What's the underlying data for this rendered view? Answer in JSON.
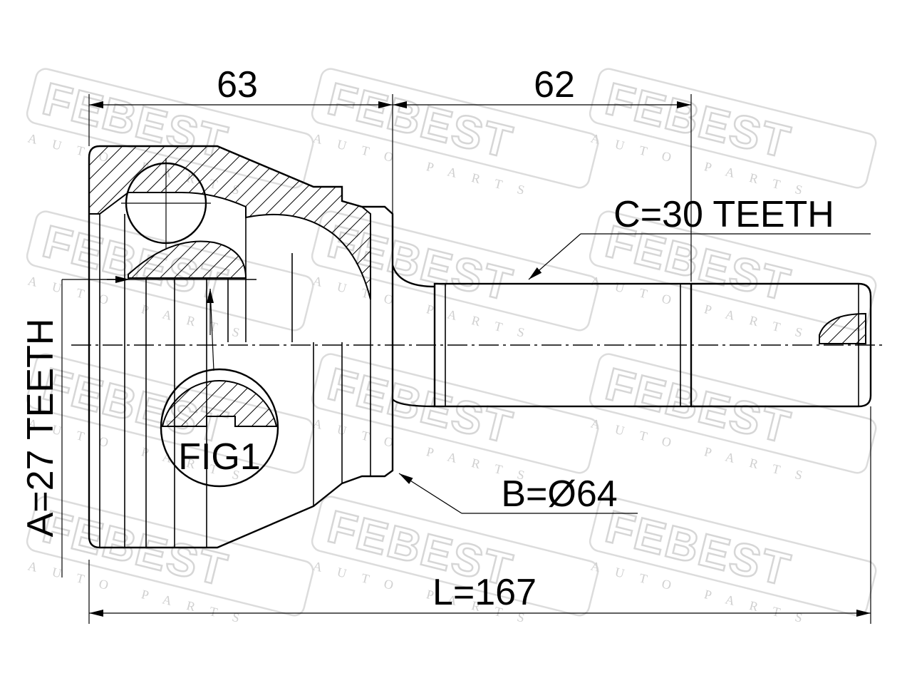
{
  "watermark": {
    "brand": "FEBEST",
    "tagline": "AUTO PARTS"
  },
  "dimensions": {
    "housing_length": "63",
    "shaft_length": "62",
    "total_length": "L=167"
  },
  "labels": {
    "outer_spline": "C=30 TEETH",
    "seal_diameter": "B=Ø64",
    "inner_spline": "A=27 TEETH",
    "figure": "FIG1"
  }
}
